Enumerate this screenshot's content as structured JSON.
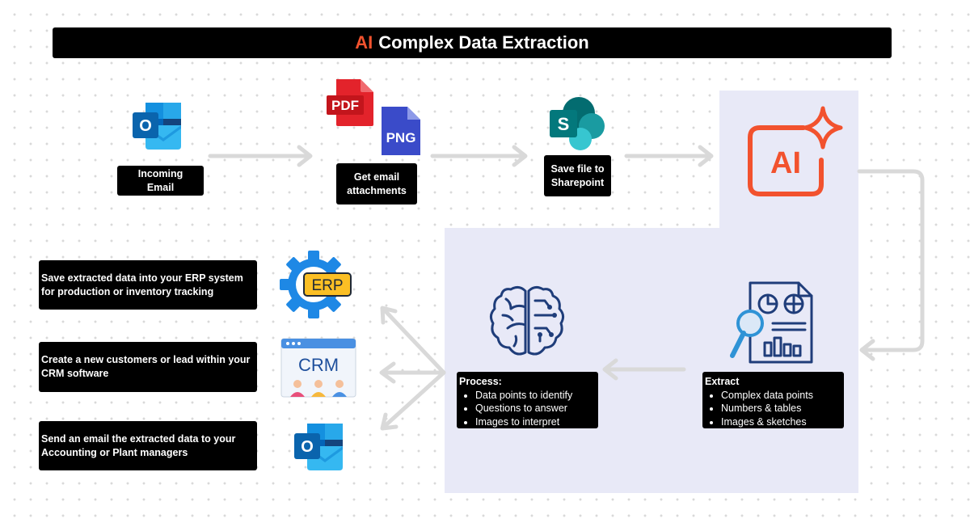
{
  "title": {
    "accent": "AI",
    "text": "Complex Data Extraction"
  },
  "steps": {
    "email": "Incoming Email",
    "attachments": "Get email attachments",
    "sharepoint": "Save file to Sharepoint"
  },
  "file_icons": {
    "pdf": "PDF",
    "png": "PNG"
  },
  "logos": {
    "sharepoint": "S",
    "outlook": "O",
    "ai": "AI",
    "erp": "ERP",
    "crm": "CRM"
  },
  "extract": {
    "heading": "Extract",
    "items": [
      "Complex data points",
      "Numbers & tables",
      "Images & sketches"
    ]
  },
  "process": {
    "heading": "Process:",
    "items": [
      "Data points to identify",
      "Questions to answer",
      "Images to interpret"
    ]
  },
  "actions": [
    "Save extracted data into your ERP system for production or inventory tracking",
    "Create a new customers or lead within your CRM software",
    "Send an email the extracted data to  your Accounting or Plant managers"
  ],
  "icons": {
    "outlook": "outlook-icon",
    "pdf": "pdf-file-icon",
    "png": "png-file-icon",
    "sharepoint": "sharepoint-icon",
    "ai": "ai-sparkle-icon",
    "brain": "brain-circuit-icon",
    "document": "document-analysis-icon",
    "erp": "erp-gear-icon",
    "crm": "crm-window-icon"
  },
  "colors": {
    "accent": "#f2522e",
    "panel": "#e8e9f7",
    "label_bg": "#000000",
    "arrow": "#d9d9d9",
    "icon_line": "#1f3d7a"
  }
}
